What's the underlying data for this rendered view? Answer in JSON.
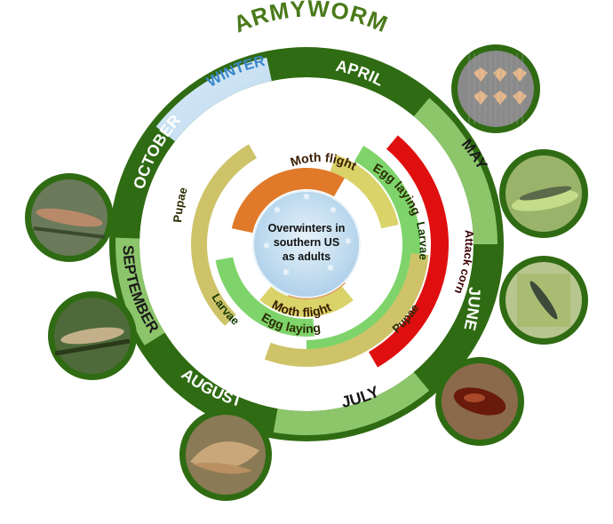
{
  "title": "ARMYWORM",
  "center": {
    "lines": [
      "Overwinters in",
      "southern US",
      "as adults"
    ]
  },
  "months": [
    {
      "key": "april",
      "label": "APRIL"
    },
    {
      "key": "may",
      "label": "MAY"
    },
    {
      "key": "june",
      "label": "JUNE"
    },
    {
      "key": "july",
      "label": "JULY"
    },
    {
      "key": "august",
      "label": "AUGUST"
    },
    {
      "key": "september",
      "label": "SEPTEMBER"
    },
    {
      "key": "october",
      "label": "OCTOBER"
    },
    {
      "key": "winter",
      "label": "WINTER"
    }
  ],
  "stages": {
    "moth_flight_1": "Moth flight",
    "egg_laying_1": "Egg laying",
    "larvae_1": "Larvae",
    "attack_corn": "Attack corn",
    "pupae_1": "Pupae",
    "moth_flight_2": "Moth flight",
    "egg_laying_2": "Egg laying",
    "larvae_2": "Larvae",
    "pupae_2": "Pupae"
  },
  "photos": [
    {
      "name": "moths-on-screen-photo"
    },
    {
      "name": "larva-on-leaf-photo"
    },
    {
      "name": "larva-on-stalk-photo"
    },
    {
      "name": "pupa-in-soil-photo"
    },
    {
      "name": "adult-moth-photo"
    },
    {
      "name": "caterpillar-on-stem-photo"
    },
    {
      "name": "caterpillar-on-branch-photo"
    }
  ],
  "colors": {
    "dark_green": "#2f6b12",
    "light_green": "#8cc56a",
    "winter_blue": "#cfe6f5",
    "winter_text": "#3a86c8",
    "moth_orange": "#e07a2a",
    "egg_yellow": "#d9d36a",
    "larvae_green": "#7ed46a",
    "pupae_tan": "#cfc36a",
    "attack_red": "#e00f0f",
    "title_green": "#4a7a1a"
  }
}
